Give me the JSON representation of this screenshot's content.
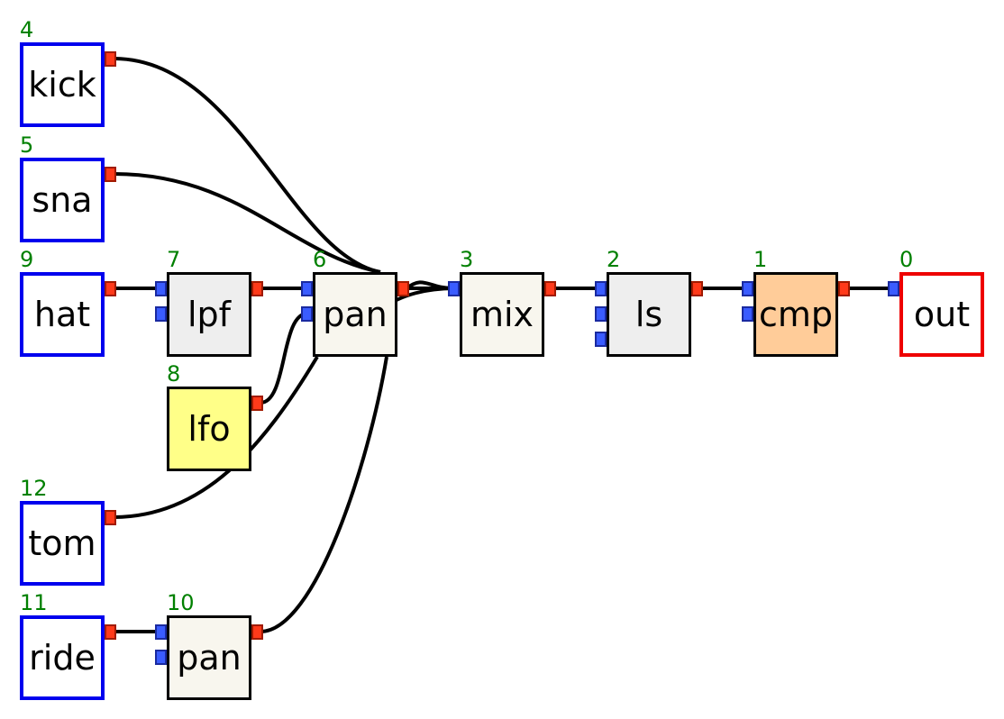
{
  "colors": {
    "source_border": "#0000ee",
    "sink_border": "#ee0000",
    "node_border": "#000000",
    "id_text": "#008000",
    "in_port": "#3a5cff",
    "out_port": "#ff3a1a",
    "wire": "#000000"
  },
  "nodes": [
    {
      "key": "kick",
      "id": "4",
      "label": "kick",
      "kind": "source",
      "fill": "#ffffff",
      "inputs": 0,
      "outputs": 1
    },
    {
      "key": "sna",
      "id": "5",
      "label": "sna",
      "kind": "source",
      "fill": "#ffffff",
      "inputs": 0,
      "outputs": 1
    },
    {
      "key": "hat",
      "id": "9",
      "label": "hat",
      "kind": "source",
      "fill": "#ffffff",
      "inputs": 0,
      "outputs": 1
    },
    {
      "key": "tom",
      "id": "12",
      "label": "tom",
      "kind": "source",
      "fill": "#ffffff",
      "inputs": 0,
      "outputs": 1
    },
    {
      "key": "ride",
      "id": "11",
      "label": "ride",
      "kind": "source",
      "fill": "#ffffff",
      "inputs": 0,
      "outputs": 1
    },
    {
      "key": "lpf",
      "id": "7",
      "label": "lpf",
      "kind": "process",
      "fill": "#eeeeee",
      "inputs": 2,
      "outputs": 1
    },
    {
      "key": "lfo",
      "id": "8",
      "label": "lfo",
      "kind": "process",
      "fill": "#ffff88",
      "inputs": 0,
      "outputs": 1
    },
    {
      "key": "pan10",
      "id": "10",
      "label": "pan",
      "kind": "process",
      "fill": "#f8f6ee",
      "inputs": 2,
      "outputs": 1
    },
    {
      "key": "pan6",
      "id": "6",
      "label": "pan",
      "kind": "process",
      "fill": "#f8f6ee",
      "inputs": 2,
      "outputs": 1
    },
    {
      "key": "mix",
      "id": "3",
      "label": "mix",
      "kind": "process",
      "fill": "#f8f6ee",
      "inputs": 1,
      "outputs": 1
    },
    {
      "key": "ls",
      "id": "2",
      "label": "ls",
      "kind": "process",
      "fill": "#eeeeee",
      "inputs": 3,
      "outputs": 1
    },
    {
      "key": "cmp",
      "id": "1",
      "label": "cmp",
      "kind": "process",
      "fill": "#ffcc99",
      "inputs": 2,
      "outputs": 1
    },
    {
      "key": "out",
      "id": "0",
      "label": "out",
      "kind": "sink",
      "fill": "#ffffff",
      "inputs": 1,
      "outputs": 0
    }
  ],
  "edges": [
    {
      "from": "kick",
      "to": "pan6",
      "style": "fan"
    },
    {
      "from": "sna",
      "to": "pan6",
      "style": "fan"
    },
    {
      "from": "hat",
      "to": "lpf",
      "in": 0
    },
    {
      "from": "lpf",
      "to": "pan6",
      "in": 0
    },
    {
      "from": "lfo",
      "to": "pan6",
      "in": 1
    },
    {
      "from": "tom",
      "to": "pan6",
      "style": "bottom"
    },
    {
      "from": "ride",
      "to": "pan10",
      "in": 0
    },
    {
      "from": "pan10",
      "to": "pan6",
      "style": "bottom-right"
    },
    {
      "from": "pan6",
      "to": "mix",
      "in": 0
    },
    {
      "from": "mix",
      "to": "ls",
      "in": 0
    },
    {
      "from": "ls",
      "to": "cmp",
      "in": 0
    },
    {
      "from": "cmp",
      "to": "out",
      "in": 0
    }
  ]
}
